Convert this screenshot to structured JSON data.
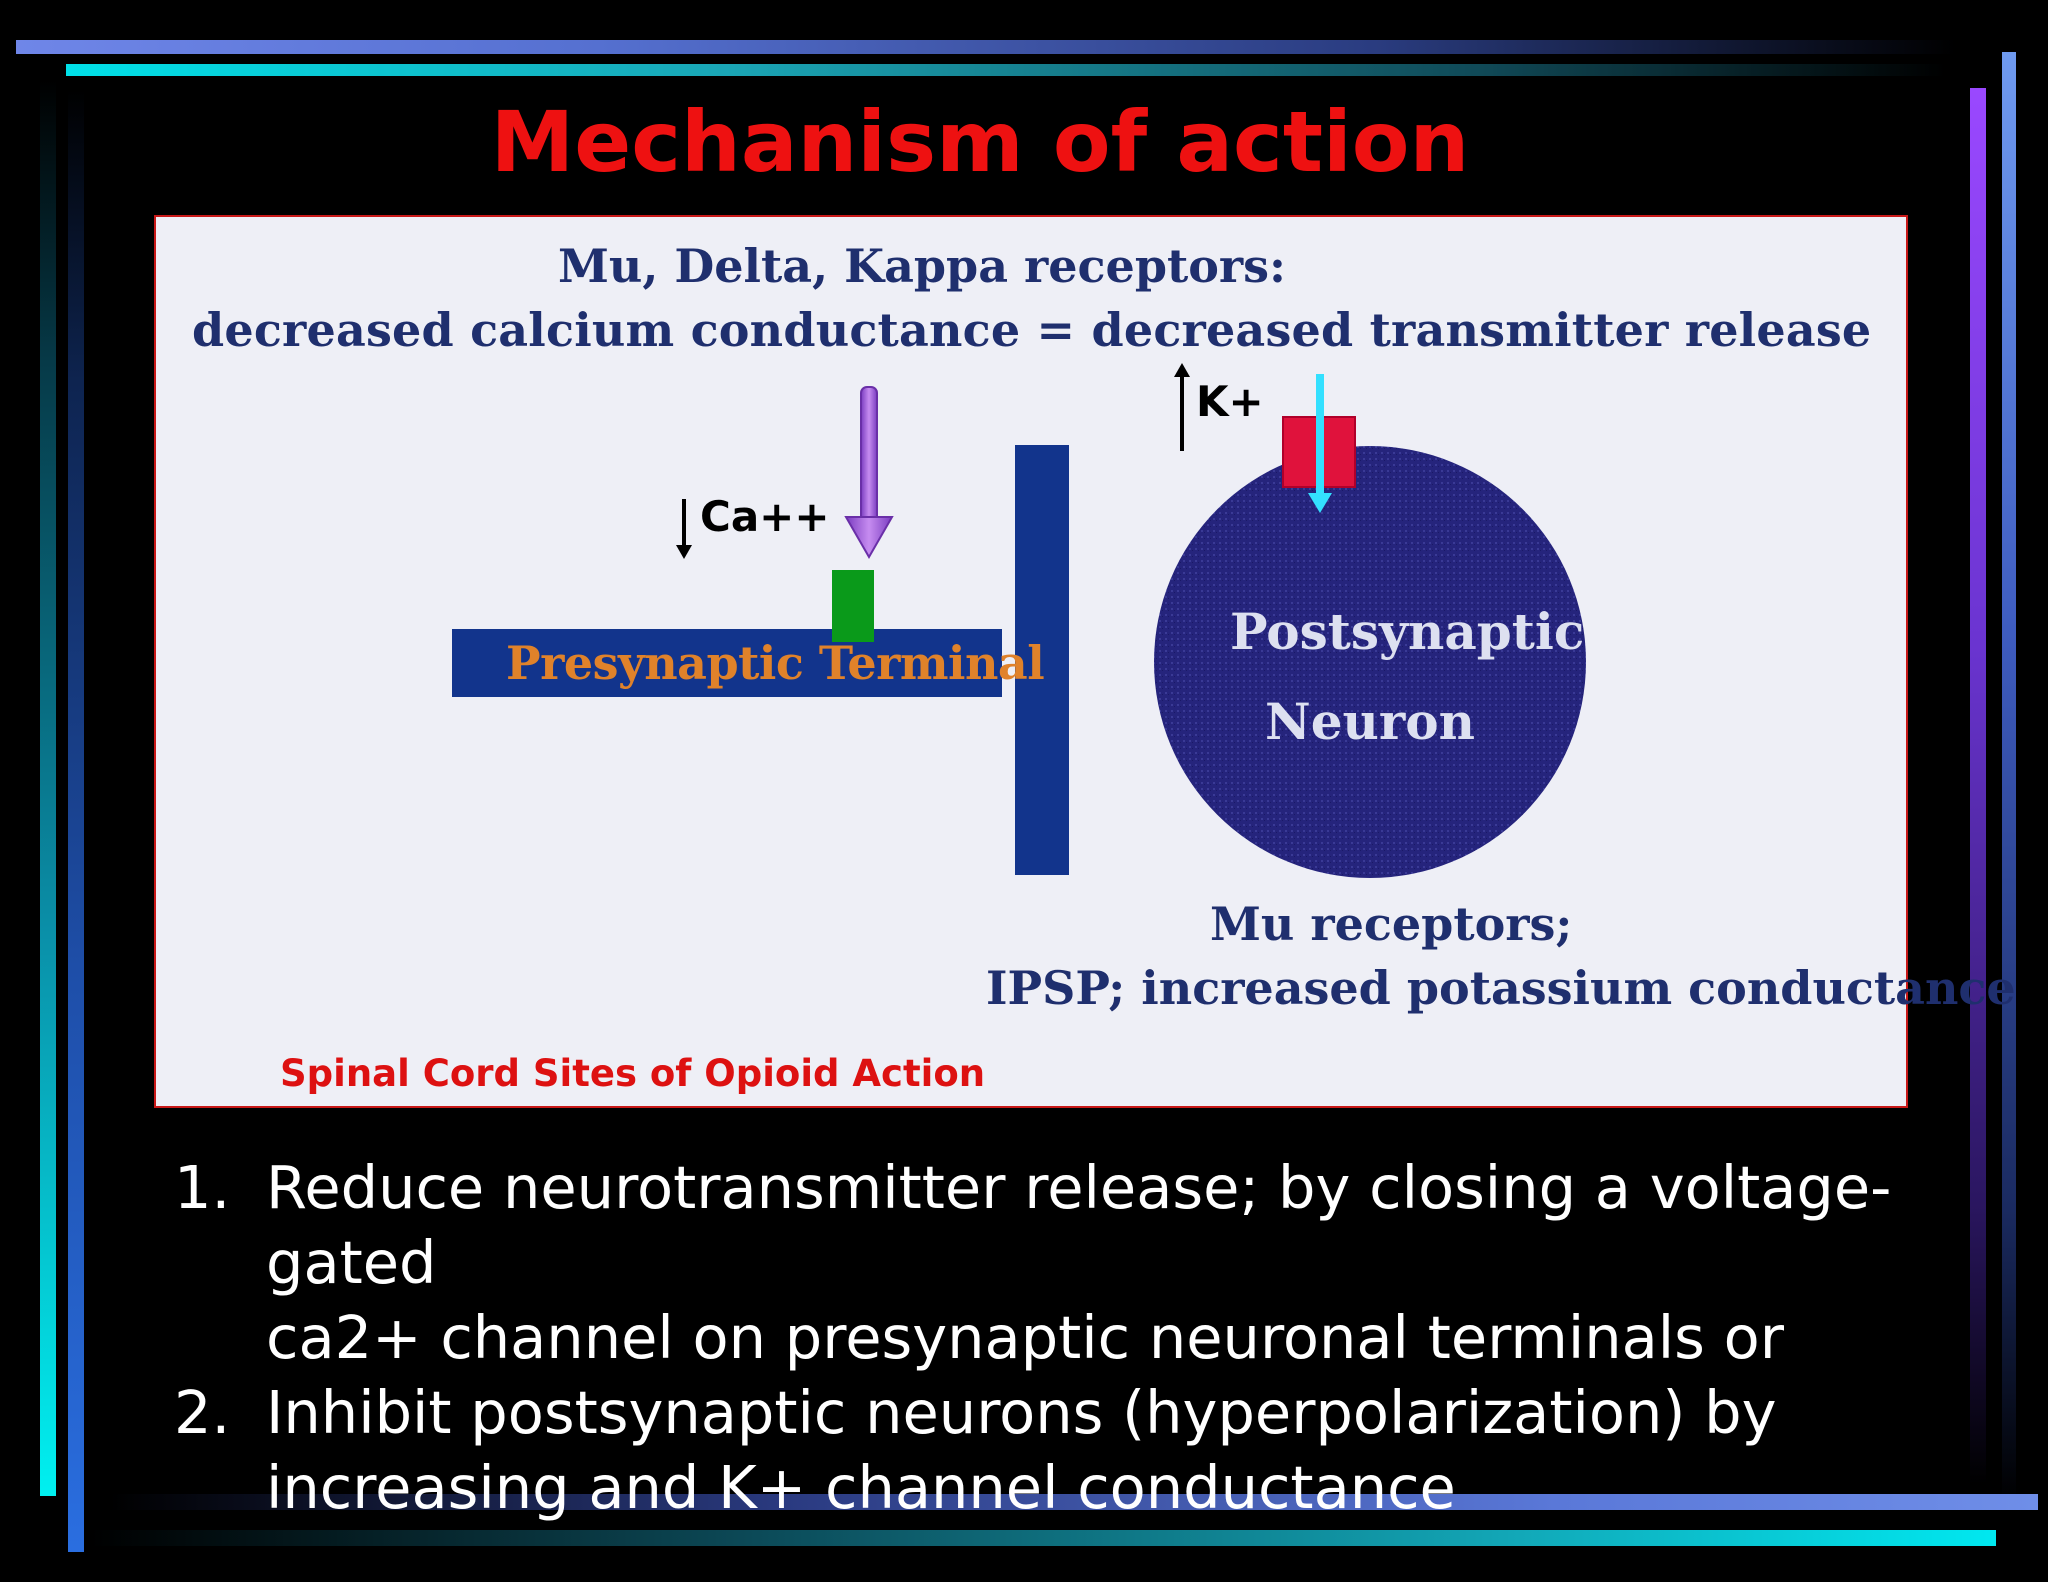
{
  "slide": {
    "title": "Mechanism of action",
    "colors": {
      "background": "#000000",
      "title": "#ee1111",
      "frame_accent_cyan": "#00e5ee",
      "frame_accent_blue": "#5b7de0",
      "frame_accent_purple": "#8844ff"
    }
  },
  "diagram": {
    "top_caption": {
      "line1": "Mu, Delta, Kappa receptors:",
      "line2": "decreased calcium conductance = decreased transmitter release"
    },
    "labels": {
      "ca": "Ca++",
      "k": "K+",
      "presynaptic": "Presynaptic Terminal",
      "postsynaptic_line1": "Postsynaptic",
      "postsynaptic_line2": "Neuron"
    },
    "bottom_caption": {
      "line1": "Mu receptors;",
      "line2": "IPSP; increased potassium conductance"
    },
    "source_label": "Spinal Cord Sites of Opioid Action",
    "colors": {
      "panel_bg": "#eeeff6",
      "text_navy": "#1f2f6e",
      "presynaptic_bar": "#12348c",
      "presynaptic_label": "#e0822a",
      "calcium_channel": "#0a9a1a",
      "opioid_arrow": "#a058d8",
      "neuron_fill": "#24237a",
      "potassium_channel": "#e0123c",
      "potassium_arrow": "#33e0ff",
      "source_label": "#dd1111"
    }
  },
  "points": [
    {
      "num": "1.",
      "line1": "Reduce neurotransmitter release; by closing a voltage-gated",
      "line2": "ca2+ channel on presynaptic neuronal terminals or"
    },
    {
      "num": "2.",
      "line1": "Inhibit postsynaptic neurons (hyperpolarization) by",
      "line2": "increasing and K+ channel conductance"
    }
  ]
}
